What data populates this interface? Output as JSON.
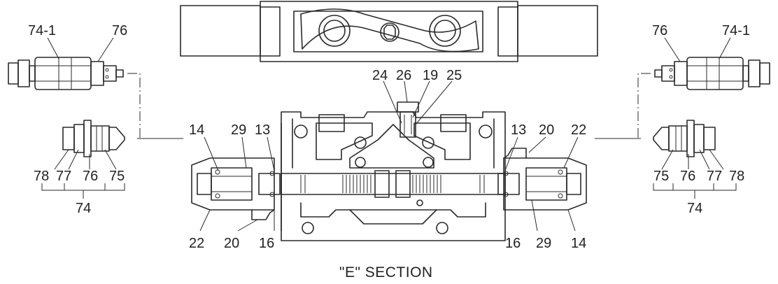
{
  "caption": "\"E\" SECTION",
  "labels": {
    "l_74_1": "74-1",
    "l_76_top": "76",
    "r_76_top": "76",
    "r_74_1": "74-1",
    "l_78": "78",
    "l_77": "77",
    "l_76": "76",
    "l_75": "75",
    "l_74": "74",
    "r_75": "75",
    "r_76": "76",
    "r_77": "77",
    "r_78": "78",
    "r_74": "74",
    "l_14": "14",
    "l_29": "29",
    "l_13": "13",
    "c_24": "24",
    "c_26": "26",
    "c_19": "19",
    "c_25": "25",
    "r_13": "13",
    "r_20": "20",
    "r_22": "22",
    "l_22b": "22",
    "l_20b": "20",
    "l_16b": "16",
    "r_16b": "16",
    "r_29b": "29",
    "r_14b": "14"
  }
}
